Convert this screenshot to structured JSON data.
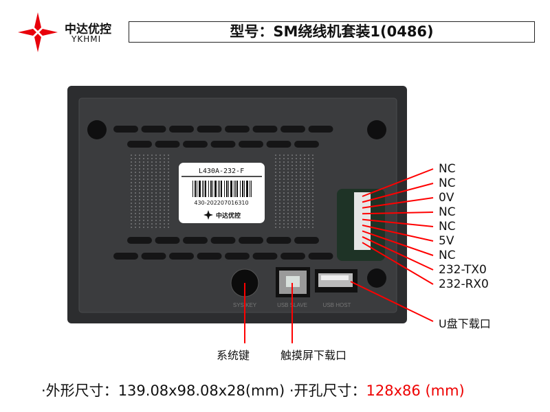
{
  "brand": {
    "name_cn": "中达优控",
    "name_en": "YKHMI"
  },
  "title": "型号：SM绕线机套装1(0486)",
  "label": {
    "model": "L430A-232-F",
    "serial": "430-202207016310",
    "brand": "中达优控"
  },
  "ports": {
    "sys_key": "SYS KEY",
    "usb_slave": "USB SLAVE",
    "usb_host": "USB HOST"
  },
  "pins": [
    "NC",
    "NC",
    "0V",
    "NC",
    "NC",
    "5V",
    "NC",
    "232-TX0",
    "232-RX0"
  ],
  "callouts": {
    "sys_key": "系统键",
    "touch_download": "触摸屏下载口",
    "usb_download": "U盘下载口"
  },
  "spec": {
    "outer_label": "·外形尺寸：",
    "outer_value": "139.08x98.08x28(mm)",
    "cut_label": " ·开孔尺寸：",
    "cut_value": "128x86 (mm)"
  },
  "colors": {
    "accent": "#e8000b",
    "device": "#3b3c3e"
  }
}
